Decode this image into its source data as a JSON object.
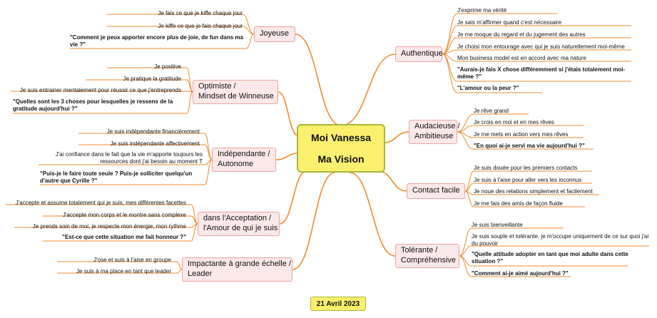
{
  "center": {
    "line1": "Moi Vanessa",
    "line2": "Ma Vision"
  },
  "date": "21 Avril 2023",
  "left": [
    {
      "label1": "Joyeuse",
      "label2": "",
      "items": [
        {
          "text": "Je fais ce que je kiffe chaque jour",
          "bold": false
        },
        {
          "text": "Je kiffe ce que je fais chaque jour",
          "bold": false
        },
        {
          "text": "\"Comment je peux apporter encore plus de joie, de fun dans ma vie ?\"",
          "bold": true
        }
      ]
    },
    {
      "label1": "Optimiste /",
      "label2": "Mindset de Winneuse",
      "items": [
        {
          "text": "Je positive",
          "bold": false
        },
        {
          "text": "Je pratique la gratitude",
          "bold": false
        },
        {
          "text": "Je suis entrainer mentalement pour réussir ce que j'entreprends",
          "bold": false
        },
        {
          "text": "\"Quelles sont les 3 choses pour lesquelles je ressens de la gratitude aujourd'hui ?\"",
          "bold": true
        }
      ]
    },
    {
      "label1": "Indépendante /",
      "label2": "Autonome",
      "items": [
        {
          "text": "Je suis indépendante financièrement",
          "bold": false
        },
        {
          "text": "Je suis indépendante affectivement",
          "bold": false
        },
        {
          "text": "J'ai confiance dans le fait que la vie m'apporte toujours les ressources dont j'ai besoin au moment T",
          "bold": false
        },
        {
          "text": "\"Puis-je le faire toute seule ? Puis-je solliciter quelqu'un d'autre que Cyrille ?\"",
          "bold": true
        }
      ]
    },
    {
      "label1": "dans l'Acceptation /",
      "label2": "l'Amour de qui je suis",
      "items": [
        {
          "text": "J'accepte et assume totalement qui je suis, mes différentes facettes",
          "bold": false
        },
        {
          "text": "J'accepte mon corps et le montre sans complexe",
          "bold": false
        },
        {
          "text": "Je prends soin de moi, je respecte mon énergie, mon rythme",
          "bold": false
        },
        {
          "text": "\"Est-ce que cette situation me fait honneur ?\"",
          "bold": true
        }
      ]
    },
    {
      "label1": "Impactante à grande échelle /",
      "label2": "Leader",
      "items": [
        {
          "text": "J'ose et suis à l'aise en groupe",
          "bold": false
        },
        {
          "text": "Je suis à ma place en tant que leader",
          "bold": false
        }
      ]
    }
  ],
  "right": [
    {
      "label1": "Authentique",
      "label2": "",
      "items": [
        {
          "text": "J'exprime ma vérité",
          "bold": false
        },
        {
          "text": "Je sais m'affirmer quand c'est nécessaire",
          "bold": false
        },
        {
          "text": "Je me moque du regard et du jugement des autres",
          "bold": false
        },
        {
          "text": "Je choisi mon entourage avec qui je suis naturellement moi-même",
          "bold": false
        },
        {
          "text": "Mon business model est en accord avec ma nature",
          "bold": false
        },
        {
          "text": "\"Aurais-je fais X chose différemment si j'étais totalement moi-même ?\"",
          "bold": true
        },
        {
          "text": "\"L'amour ou la peur ?\"",
          "bold": true
        }
      ]
    },
    {
      "label1": "Audacieuse /",
      "label2": "Ambitieuse",
      "items": [
        {
          "text": "Je rêve grand",
          "bold": false
        },
        {
          "text": "Je crois en moi et en mes rêves",
          "bold": false
        },
        {
          "text": "Je me mets en action vers mes rêves",
          "bold": false
        },
        {
          "text": "\"En quoi ai-je servi ma vie aujourd'hui ?\"",
          "bold": true
        }
      ]
    },
    {
      "label1": "Contact facile",
      "label2": "",
      "items": [
        {
          "text": "Je suis douée pour les premiers contacts",
          "bold": false
        },
        {
          "text": "Je suis à l'aise pour aller vers les inconnus",
          "bold": false
        },
        {
          "text": "Je noue des relations simplement et facilement",
          "bold": false
        },
        {
          "text": "Je me fais des amis de façon fluide",
          "bold": false
        }
      ]
    },
    {
      "label1": "Tolérante /",
      "label2": "Compréhensive",
      "items": [
        {
          "text": "Je suis bienveillante",
          "bold": false
        },
        {
          "text": "Je suis souple et tolérante, je m'occupe uniquement de ce sur quoi j'ai du pouvoir",
          "bold": false
        },
        {
          "text": "\"Quelle attitude adopter en tant que moi adulte dans cette situation ?\"",
          "bold": true
        },
        {
          "text": "\"Comment ai-je aimé aujourd'hui ?\"",
          "bold": true
        }
      ]
    }
  ],
  "colors": {
    "edge": "#f28a2b",
    "center_fill": "#faf06e",
    "branch_fill": "#fbe8e8",
    "branch_border": "#eea3a3"
  }
}
